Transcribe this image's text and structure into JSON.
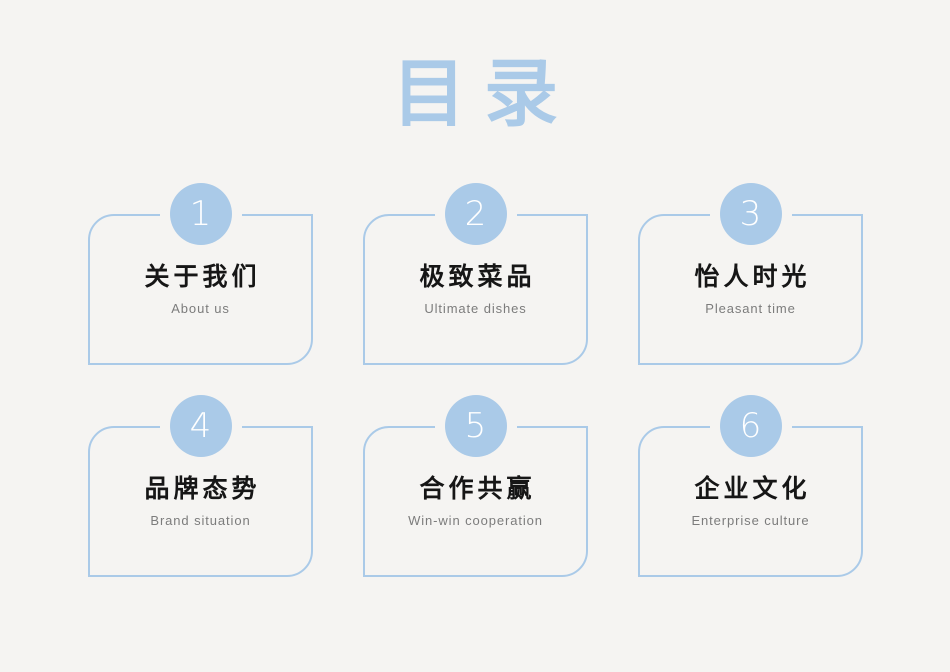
{
  "page": {
    "title": "目录",
    "background_color": "#f5f4f2",
    "accent_color": "#aacae8",
    "title_color": "#aacae8",
    "card_title_color": "#161616",
    "card_subtitle_color": "#7c7c7c",
    "badge_number_color": "#ffffff"
  },
  "cards": [
    {
      "number": "1",
      "title": "关于我们",
      "subtitle": "About us"
    },
    {
      "number": "2",
      "title": "极致菜品",
      "subtitle": "Ultimate dishes"
    },
    {
      "number": "3",
      "title": "怡人时光",
      "subtitle": "Pleasant time"
    },
    {
      "number": "4",
      "title": "品牌态势",
      "subtitle": "Brand situation"
    },
    {
      "number": "5",
      "title": "合作共赢",
      "subtitle": "Win-win cooperation"
    },
    {
      "number": "6",
      "title": "企业文化",
      "subtitle": "Enterprise culture"
    }
  ]
}
